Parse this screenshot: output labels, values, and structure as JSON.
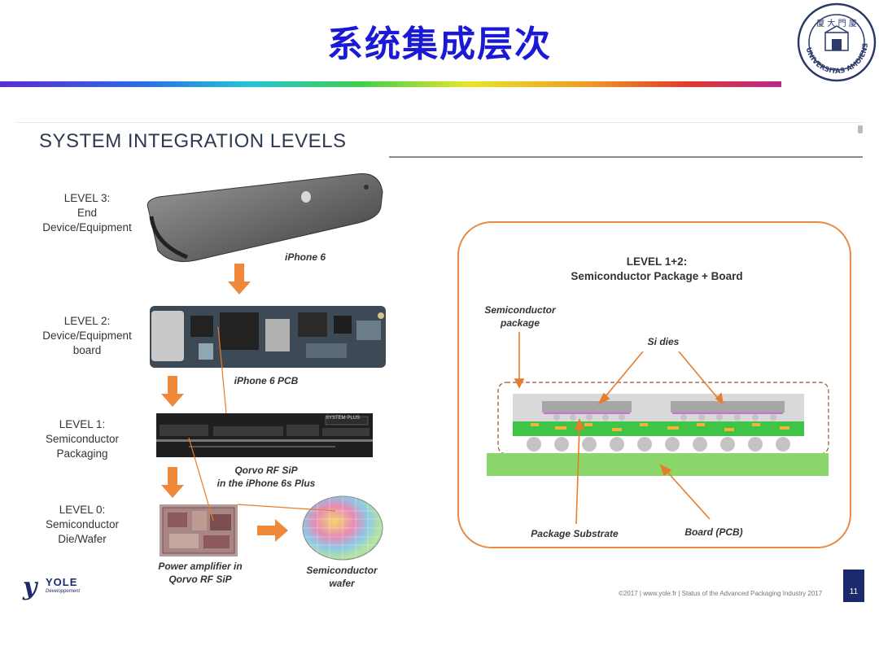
{
  "header": {
    "title_cn": "系统集成层次",
    "seal_outer_text": "UNIVERSITAS AMOIENSIS",
    "seal_top_chars": "厦 大 門 廈"
  },
  "slide": {
    "title": "SYSTEM INTEGRATION LEVELS",
    "levels": [
      {
        "label": "LEVEL 3:\nEnd\nDevice/Equipment"
      },
      {
        "label": "LEVEL 2:\nDevice/Equipment\nboard"
      },
      {
        "label": "LEVEL 1:\nSemiconductor\nPackaging"
      },
      {
        "label": "LEVEL 0:\nSemiconductor\nDie/Wafer"
      }
    ],
    "captions": {
      "iphone": "iPhone 6",
      "pcb": "iPhone 6 PCB",
      "sip": "Qorvo RF SiP\nin the iPhone 6s Plus",
      "pa": "Power amplifier in\nQorvo RF SiP",
      "wafer": "Semiconductor\nwafer",
      "xray_logo": "SYSTEM PLUS"
    },
    "diagram": {
      "title": "LEVEL 1+2:\nSemiconductor Package + Board",
      "semi_package": "Semiconductor\npackage",
      "si_dies": "Si dies",
      "package_substrate": "Package Substrate",
      "board": "Board (PCB)"
    },
    "logo": {
      "name": "YOLE",
      "sub": "Développement"
    },
    "footer": "©2017 | www.yole.fr | Status of the Advanced Packaging Industry 2017",
    "page_number": "11"
  },
  "colors": {
    "title_blue": "#1a1ad6",
    "accent_orange": "#e77c2a",
    "board_green": "#8bd66a",
    "substrate_green": "#3fc447"
  }
}
